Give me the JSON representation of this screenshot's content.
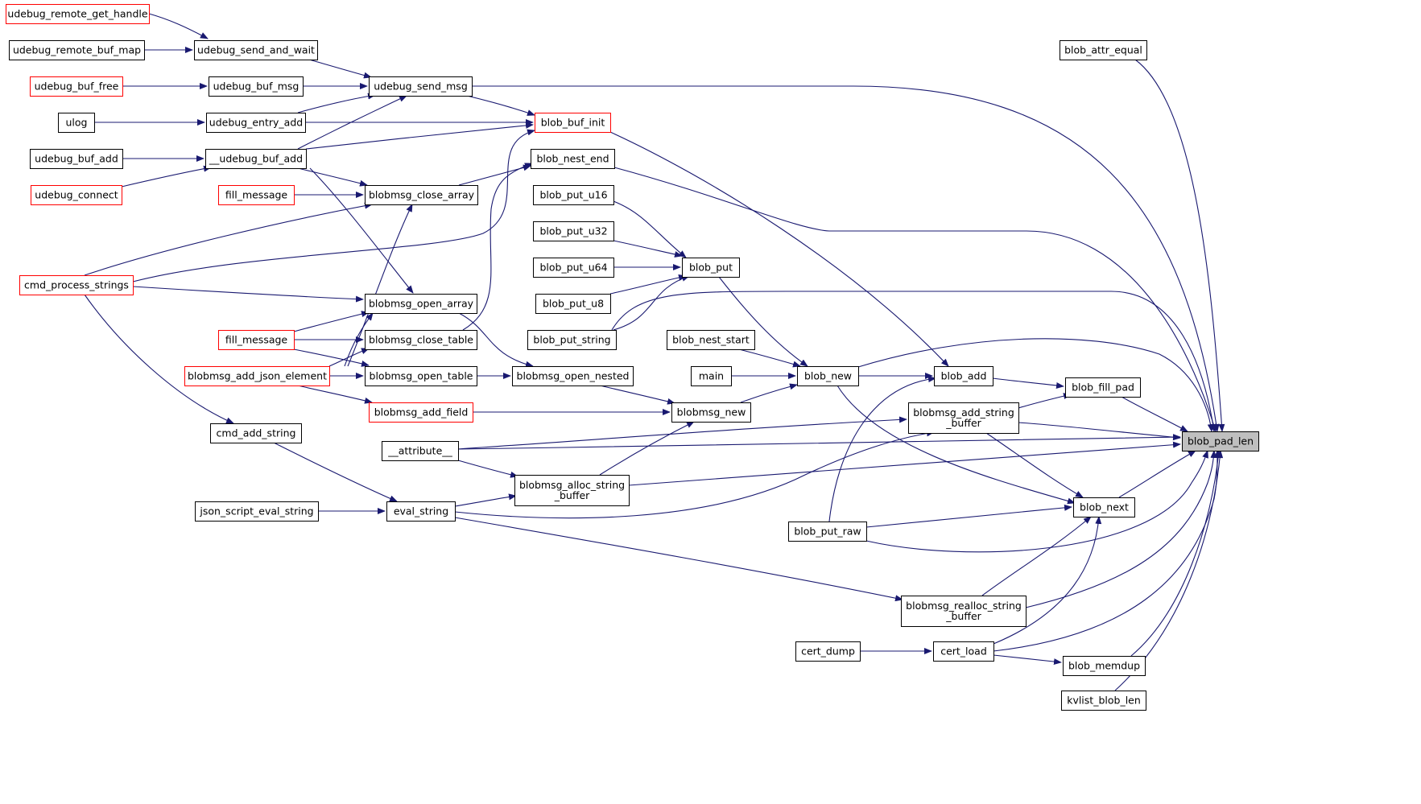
{
  "graph": {
    "title": "",
    "nodes": [
      {
        "id": "udebug_remote_get_handle",
        "label": [
          "udebug_remote_get_handle"
        ],
        "style": "red"
      },
      {
        "id": "udebug_remote_buf_map",
        "label": [
          "udebug_remote_buf_map"
        ],
        "style": "normal"
      },
      {
        "id": "udebug_send_and_wait",
        "label": [
          "udebug_send_and_wait"
        ],
        "style": "normal"
      },
      {
        "id": "udebug_buf_free",
        "label": [
          "udebug_buf_free"
        ],
        "style": "red"
      },
      {
        "id": "udebug_buf_msg",
        "label": [
          "udebug_buf_msg"
        ],
        "style": "normal"
      },
      {
        "id": "udebug_send_msg",
        "label": [
          "udebug_send_msg"
        ],
        "style": "normal"
      },
      {
        "id": "ulog",
        "label": [
          "ulog"
        ],
        "style": "normal"
      },
      {
        "id": "udebug_entry_add",
        "label": [
          "udebug_entry_add"
        ],
        "style": "normal"
      },
      {
        "id": "blob_buf_init",
        "label": [
          "blob_buf_init"
        ],
        "style": "red"
      },
      {
        "id": "udebug_buf_add",
        "label": [
          "udebug_buf_add"
        ],
        "style": "normal"
      },
      {
        "id": "__udebug_buf_add",
        "label": [
          "__udebug_buf_add"
        ],
        "style": "normal"
      },
      {
        "id": "blob_nest_end",
        "label": [
          "blob_nest_end"
        ],
        "style": "normal"
      },
      {
        "id": "udebug_connect",
        "label": [
          "udebug_connect"
        ],
        "style": "red"
      },
      {
        "id": "fill_message_1",
        "label": [
          "fill_message"
        ],
        "style": "red"
      },
      {
        "id": "blobmsg_close_array",
        "label": [
          "blobmsg_close_array"
        ],
        "style": "normal"
      },
      {
        "id": "blob_put_u16",
        "label": [
          "blob_put_u16"
        ],
        "style": "normal"
      },
      {
        "id": "blob_put_u32",
        "label": [
          "blob_put_u32"
        ],
        "style": "normal"
      },
      {
        "id": "blob_put_u64",
        "label": [
          "blob_put_u64"
        ],
        "style": "normal"
      },
      {
        "id": "blob_put",
        "label": [
          "blob_put"
        ],
        "style": "normal"
      },
      {
        "id": "cmd_process_strings",
        "label": [
          "cmd_process_strings"
        ],
        "style": "red"
      },
      {
        "id": "blobmsg_open_array",
        "label": [
          "blobmsg_open_array"
        ],
        "style": "normal"
      },
      {
        "id": "blob_put_u8",
        "label": [
          "blob_put_u8"
        ],
        "style": "normal"
      },
      {
        "id": "fill_message_2",
        "label": [
          "fill_message"
        ],
        "style": "red"
      },
      {
        "id": "blobmsg_close_table",
        "label": [
          "blobmsg_close_table"
        ],
        "style": "normal"
      },
      {
        "id": "blob_put_string",
        "label": [
          "blob_put_string"
        ],
        "style": "normal"
      },
      {
        "id": "blob_nest_start",
        "label": [
          "blob_nest_start"
        ],
        "style": "normal"
      },
      {
        "id": "blobmsg_add_json_element",
        "label": [
          "blobmsg_add_json_element"
        ],
        "style": "red"
      },
      {
        "id": "blobmsg_open_table",
        "label": [
          "blobmsg_open_table"
        ],
        "style": "normal"
      },
      {
        "id": "blobmsg_open_nested",
        "label": [
          "blobmsg_open_nested"
        ],
        "style": "normal"
      },
      {
        "id": "main",
        "label": [
          "main"
        ],
        "style": "normal"
      },
      {
        "id": "blob_new",
        "label": [
          "blob_new"
        ],
        "style": "normal"
      },
      {
        "id": "blob_add",
        "label": [
          "blob_add"
        ],
        "style": "normal"
      },
      {
        "id": "blob_fill_pad",
        "label": [
          "blob_fill_pad"
        ],
        "style": "normal"
      },
      {
        "id": "blobmsg_add_field",
        "label": [
          "blobmsg_add_field"
        ],
        "style": "red"
      },
      {
        "id": "blobmsg_new",
        "label": [
          "blobmsg_new"
        ],
        "style": "normal"
      },
      {
        "id": "blobmsg_add_string_buffer",
        "label": [
          "blobmsg_add_string",
          "_buffer"
        ],
        "style": "normal"
      },
      {
        "id": "cmd_add_string",
        "label": [
          "cmd_add_string"
        ],
        "style": "normal"
      },
      {
        "id": "__attribute__",
        "label": [
          "__attribute__"
        ],
        "style": "normal"
      },
      {
        "id": "blob_pad_len",
        "label": [
          "blob_pad_len"
        ],
        "style": "current"
      },
      {
        "id": "blobmsg_alloc_string_buffer",
        "label": [
          "blobmsg_alloc_string",
          "_buffer"
        ],
        "style": "normal"
      },
      {
        "id": "json_script_eval_string",
        "label": [
          "json_script_eval_string"
        ],
        "style": "normal"
      },
      {
        "id": "eval_string",
        "label": [
          "eval_string"
        ],
        "style": "normal"
      },
      {
        "id": "blob_next",
        "label": [
          "blob_next"
        ],
        "style": "normal"
      },
      {
        "id": "blob_put_raw",
        "label": [
          "blob_put_raw"
        ],
        "style": "normal"
      },
      {
        "id": "blobmsg_realloc_string_buffer",
        "label": [
          "blobmsg_realloc_string",
          "_buffer"
        ],
        "style": "normal"
      },
      {
        "id": "cert_dump",
        "label": [
          "cert_dump"
        ],
        "style": "normal"
      },
      {
        "id": "cert_load",
        "label": [
          "cert_load"
        ],
        "style": "normal"
      },
      {
        "id": "blob_memdup",
        "label": [
          "blob_memdup"
        ],
        "style": "normal"
      },
      {
        "id": "kvlist_blob_len",
        "label": [
          "kvlist_blob_len"
        ],
        "style": "normal"
      },
      {
        "id": "blob_attr_equal",
        "label": [
          "blob_attr_equal"
        ],
        "style": "normal"
      }
    ],
    "edges": [
      [
        "udebug_remote_get_handle",
        "udebug_send_and_wait"
      ],
      [
        "udebug_remote_buf_map",
        "udebug_send_and_wait"
      ],
      [
        "udebug_send_and_wait",
        "udebug_send_msg"
      ],
      [
        "udebug_buf_free",
        "udebug_buf_msg"
      ],
      [
        "udebug_buf_msg",
        "udebug_send_msg"
      ],
      [
        "udebug_entry_add",
        "udebug_send_msg"
      ],
      [
        "__udebug_buf_add",
        "udebug_send_msg"
      ],
      [
        "ulog",
        "udebug_entry_add"
      ],
      [
        "udebug_buf_add",
        "__udebug_buf_add"
      ],
      [
        "udebug_connect",
        "__udebug_buf_add"
      ],
      [
        "udebug_send_msg",
        "blob_buf_init"
      ],
      [
        "udebug_entry_add",
        "blob_buf_init"
      ],
      [
        "__udebug_buf_add",
        "blob_buf_init"
      ],
      [
        "cmd_process_strings",
        "blob_buf_init"
      ],
      [
        "__udebug_buf_add",
        "blobmsg_close_array"
      ],
      [
        "__udebug_buf_add",
        "blobmsg_open_array"
      ],
      [
        "fill_message_1",
        "blobmsg_close_array"
      ],
      [
        "cmd_process_strings",
        "blobmsg_close_array"
      ],
      [
        "blobmsg_add_json_element",
        "blobmsg_close_array"
      ],
      [
        "blobmsg_close_array",
        "blob_nest_end"
      ],
      [
        "blobmsg_close_table",
        "blob_nest_end"
      ],
      [
        "cmd_process_strings",
        "blobmsg_open_array"
      ],
      [
        "fill_message_2",
        "blobmsg_open_array"
      ],
      [
        "blobmsg_add_json_element",
        "blobmsg_open_array"
      ],
      [
        "fill_message_2",
        "blobmsg_close_table"
      ],
      [
        "blobmsg_add_json_element",
        "blobmsg_close_table"
      ],
      [
        "fill_message_2",
        "blobmsg_open_table"
      ],
      [
        "blobmsg_add_json_element",
        "blobmsg_open_table"
      ],
      [
        "blobmsg_open_array",
        "blobmsg_open_nested"
      ],
      [
        "blobmsg_open_table",
        "blobmsg_open_nested"
      ],
      [
        "blobmsg_add_json_element",
        "blobmsg_add_field"
      ],
      [
        "blobmsg_add_field",
        "blobmsg_new"
      ],
      [
        "blobmsg_open_nested",
        "blobmsg_new"
      ],
      [
        "blobmsg_alloc_string_buffer",
        "blobmsg_new"
      ],
      [
        "blobmsg_new",
        "blob_new"
      ],
      [
        "main",
        "blob_new"
      ],
      [
        "blob_nest_start",
        "blob_new"
      ],
      [
        "blob_put",
        "blob_new"
      ],
      [
        "blob_put_u16",
        "blob_put"
      ],
      [
        "blob_put_u32",
        "blob_put"
      ],
      [
        "blob_put_u64",
        "blob_put"
      ],
      [
        "blob_put_u8",
        "blob_put"
      ],
      [
        "blob_put_string",
        "blob_put"
      ],
      [
        "blob_new",
        "blob_add"
      ],
      [
        "blob_put_raw",
        "blob_add"
      ],
      [
        "blob_buf_init",
        "blob_add"
      ],
      [
        "blob_add",
        "blob_fill_pad"
      ],
      [
        "blobmsg_add_string_buffer",
        "blob_fill_pad"
      ],
      [
        "cmd_process_strings",
        "cmd_add_string"
      ],
      [
        "cmd_add_string",
        "eval_string"
      ],
      [
        "json_script_eval_string",
        "eval_string"
      ],
      [
        "eval_string",
        "blobmsg_alloc_string_buffer"
      ],
      [
        "__attribute__",
        "blobmsg_alloc_string_buffer"
      ],
      [
        "__attribute__",
        "blobmsg_add_string_buffer"
      ],
      [
        "eval_string",
        "blobmsg_add_string_buffer"
      ],
      [
        "eval_string",
        "blobmsg_realloc_string_buffer"
      ],
      [
        "blob_new",
        "blob_next"
      ],
      [
        "blobmsg_add_string_buffer",
        "blob_next"
      ],
      [
        "blob_put_raw",
        "blob_next"
      ],
      [
        "blobmsg_realloc_string_buffer",
        "blob_next"
      ],
      [
        "cert_load",
        "blob_next"
      ],
      [
        "cert_dump",
        "cert_load"
      ],
      [
        "cert_load",
        "blob_memdup"
      ],
      [
        "udebug_send_msg",
        "blob_pad_len"
      ],
      [
        "blob_nest_end",
        "blob_pad_len"
      ],
      [
        "blob_put_string",
        "blob_pad_len"
      ],
      [
        "blob_new",
        "blob_pad_len"
      ],
      [
        "blob_fill_pad",
        "blob_pad_len"
      ],
      [
        "blobmsg_add_string_buffer",
        "blob_pad_len"
      ],
      [
        "__attribute__",
        "blob_pad_len"
      ],
      [
        "blobmsg_alloc_string_buffer",
        "blob_pad_len"
      ],
      [
        "blob_next",
        "blob_pad_len"
      ],
      [
        "blob_put_raw",
        "blob_pad_len"
      ],
      [
        "blobmsg_realloc_string_buffer",
        "blob_pad_len"
      ],
      [
        "cert_load",
        "blob_pad_len"
      ],
      [
        "blob_memdup",
        "blob_pad_len"
      ],
      [
        "kvlist_blob_len",
        "blob_pad_len"
      ],
      [
        "blob_attr_equal",
        "blob_pad_len"
      ]
    ]
  },
  "colors": {
    "edge": "#191970",
    "node_border": "#000000",
    "highlight_border": "#ff0000",
    "current_fill": "#bfbfbf"
  }
}
